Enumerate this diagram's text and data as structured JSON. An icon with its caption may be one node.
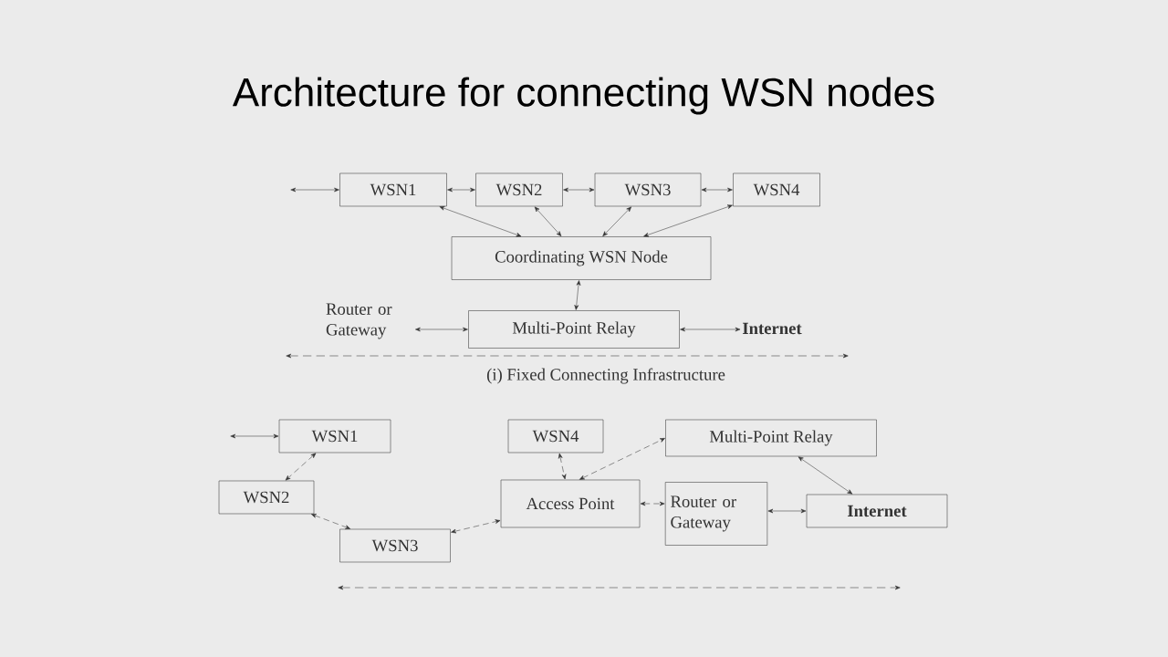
{
  "diagram": {
    "title": "Architecture for connecting WSN nodes",
    "nodes": [
      {
        "text": [
          "WSN1"
        ]
      },
      {
        "text": [
          "WSN2"
        ]
      },
      {
        "text": [
          "WSN3"
        ]
      },
      {
        "text": [
          "WSN4"
        ]
      },
      {
        "text": [
          "Coordinating WSN Node"
        ]
      },
      {
        "text": [
          "Router or Gateway"
        ]
      },
      {
        "text": [
          "Multi-Point Relay"
        ]
      },
      {
        "text": [
          "Internet"
        ]
      },
      {
        "text": [
          "WSN1"
        ]
      },
      {
        "text": [
          "WSN2"
        ]
      },
      {
        "text": [
          "WSN3"
        ]
      },
      {
        "text": [
          "WSN4"
        ]
      },
      {
        "text": [
          "Access Point"
        ]
      },
      {
        "text": [
          "Multi-Point Relay"
        ]
      },
      {
        "text": [
          "Router or Gateway"
        ]
      },
      {
        "text": [
          "Internet"
        ]
      }
    ],
    "edges": [
      {
        "from": null,
        "to": 0,
        "arrow": "both"
      },
      {
        "from": 0,
        "to": 1,
        "arrow": "both"
      },
      {
        "from": 1,
        "to": 2,
        "arrow": "both"
      },
      {
        "from": 2,
        "to": 3,
        "arrow": "both"
      },
      {
        "from": 0,
        "to": 4,
        "arrow": "both"
      },
      {
        "from": 1,
        "to": 4,
        "arrow": "both"
      },
      {
        "from": 2,
        "to": 4,
        "arrow": "both"
      },
      {
        "from": 3,
        "to": 4,
        "arrow": "both"
      },
      {
        "from": 4,
        "to": 6,
        "arrow": "both"
      },
      {
        "from": 5,
        "to": 6,
        "arrow": "both"
      },
      {
        "from": 6,
        "to": 7,
        "arrow": "both"
      },
      {
        "from": null,
        "to": 8,
        "arrow": "both"
      },
      {
        "from": 8,
        "to": 9,
        "arrow": "both",
        "style": "dashed"
      },
      {
        "from": 9,
        "to": 10,
        "arrow": "both",
        "style": "dashed"
      },
      {
        "from": 10,
        "to": 12,
        "arrow": "both",
        "style": "dashed"
      },
      {
        "from": 11,
        "to": 12,
        "arrow": "both",
        "style": "dashed"
      },
      {
        "from": 12,
        "to": 13,
        "arrow": "both",
        "style": "dashed"
      },
      {
        "from": 12,
        "to": 14,
        "arrow": "both",
        "style": "dashed"
      },
      {
        "from": 14,
        "to": 15,
        "arrow": "both"
      },
      {
        "from": 13,
        "to": 15,
        "arrow": "both"
      }
    ],
    "labels": [
      "(i) Fixed Connecting Infrastructure"
    ]
  }
}
